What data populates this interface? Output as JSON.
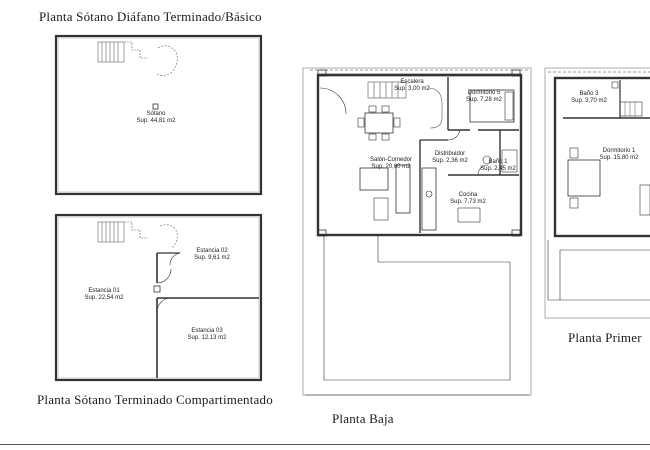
{
  "titles": {
    "sotano_diafano": "Planta Sótano Diáfano Terminado/Básico",
    "sotano_compartimentado": "Planta Sótano Terminado Compartimentado",
    "planta_baja": "Planta Baja",
    "planta_primera": "Planta Primer"
  },
  "rooms": {
    "sotano": {
      "name": "Sótano",
      "area": "Sup. 44,81 m2"
    },
    "estancia01": {
      "name": "Estancia 01",
      "area": "Sup. 22,54 m2"
    },
    "estancia02": {
      "name": "Estancia 02",
      "area": "Sup. 9,61 m2"
    },
    "estancia03": {
      "name": "Estancia 03",
      "area": "Sup. 12,13 m2"
    },
    "escalera": {
      "name": "Escalera",
      "area": "Sup. 3,00 m2"
    },
    "dormitorio5": {
      "name": "Dormitorio 5",
      "area": "Sup. 7,28 m2"
    },
    "distribuidor": {
      "name": "Distribuidor",
      "area": "Sup. 2,36 m2"
    },
    "salon": {
      "name": "Salón-Comedor",
      "area": "Sup. 20,60 m2"
    },
    "bano1": {
      "name": "Baño 1",
      "area": "Sup. 2,45 m2"
    },
    "cocina": {
      "name": "Cocina",
      "area": "Sup. 7,73 m2"
    },
    "bano3": {
      "name": "Baño 3",
      "area": "Sup. 3,70 m2"
    },
    "dormitorio1": {
      "name": "Dormitorio 1",
      "area": "Sup. 15,80 m2"
    }
  }
}
